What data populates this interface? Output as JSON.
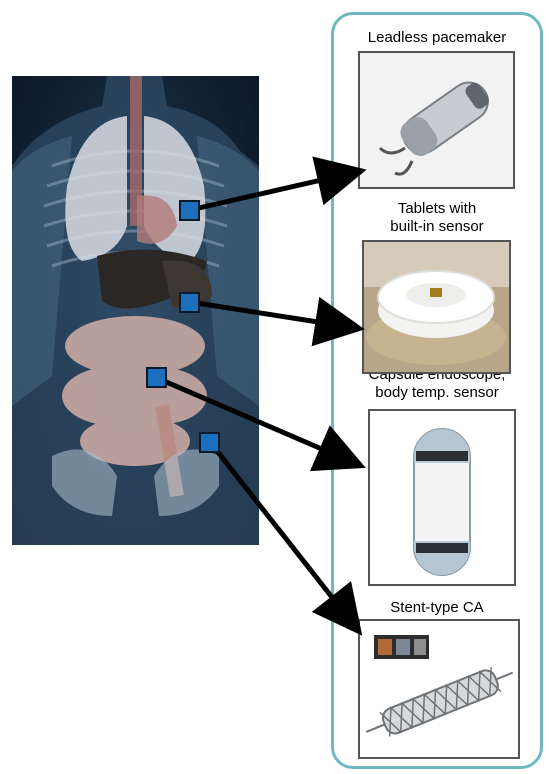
{
  "devices": [
    {
      "label": "Leadless pacemaker"
    },
    {
      "label": "Tablets with\nbuilt-in sensor"
    },
    {
      "label": "Capsule endoscope,\nbody temp. sensor"
    },
    {
      "label": "Stent-type CA"
    }
  ],
  "colors": {
    "panel_border": "#6fb8c2",
    "marker_fill": "#1b6fbd",
    "arrow": "#000000"
  }
}
